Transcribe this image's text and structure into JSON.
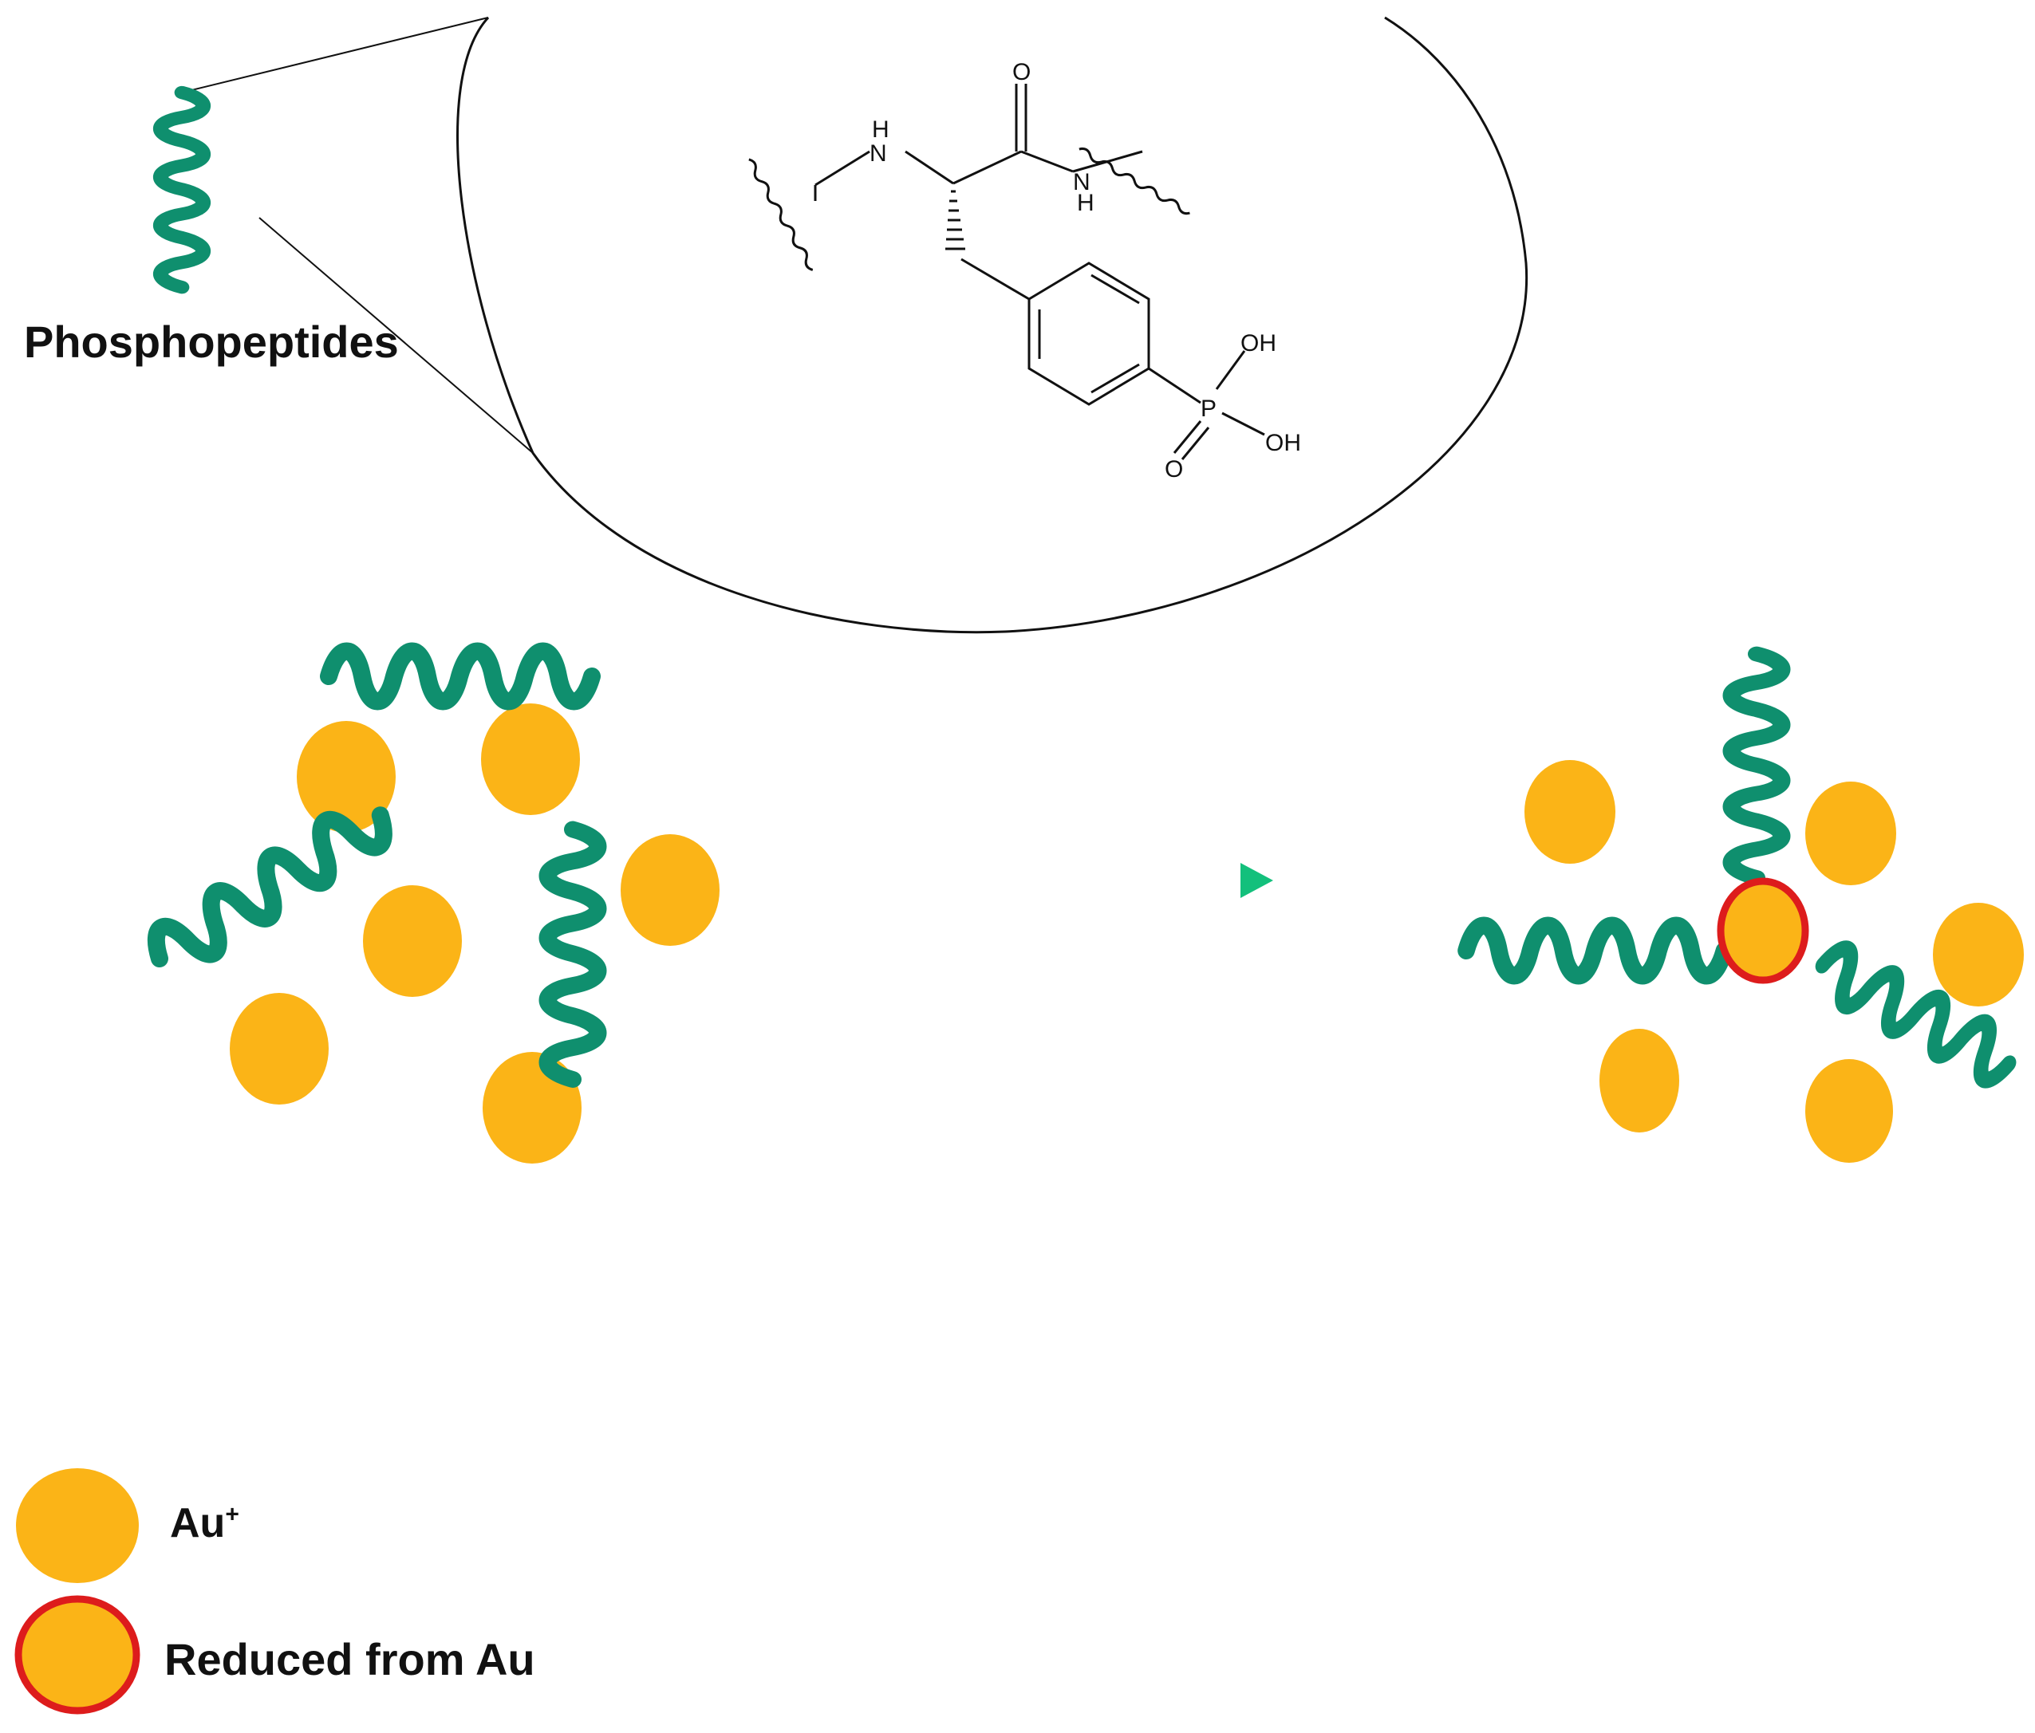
{
  "labels": {
    "phosphopeptides": "Phosphopeptides",
    "legend_au_base": "Au",
    "legend_au_charge": "+",
    "legend_reduced": "Reduced from Au"
  },
  "molecule_atoms": {
    "nh_left_h": "H",
    "nh_left_n": "N",
    "carbonyl_o": "O",
    "nh_right_n": "N",
    "nh_right_h": "H",
    "oh_top": "OH",
    "p": "P",
    "oh_right": "OH",
    "p_double_o": "O"
  },
  "colors": {
    "helix": "#0f8f6e",
    "gold": "#fbb417",
    "reduced_ring": "#dd1c1c",
    "arrow_start": "#b9ece0",
    "arrow_end": "#13c07c",
    "line": "#111111"
  },
  "icons": {
    "helix": "peptide-helix-icon",
    "au_ion": "gold-ion-circle",
    "reduced": "gold-ring-circle",
    "arrow": "reaction-arrow"
  }
}
